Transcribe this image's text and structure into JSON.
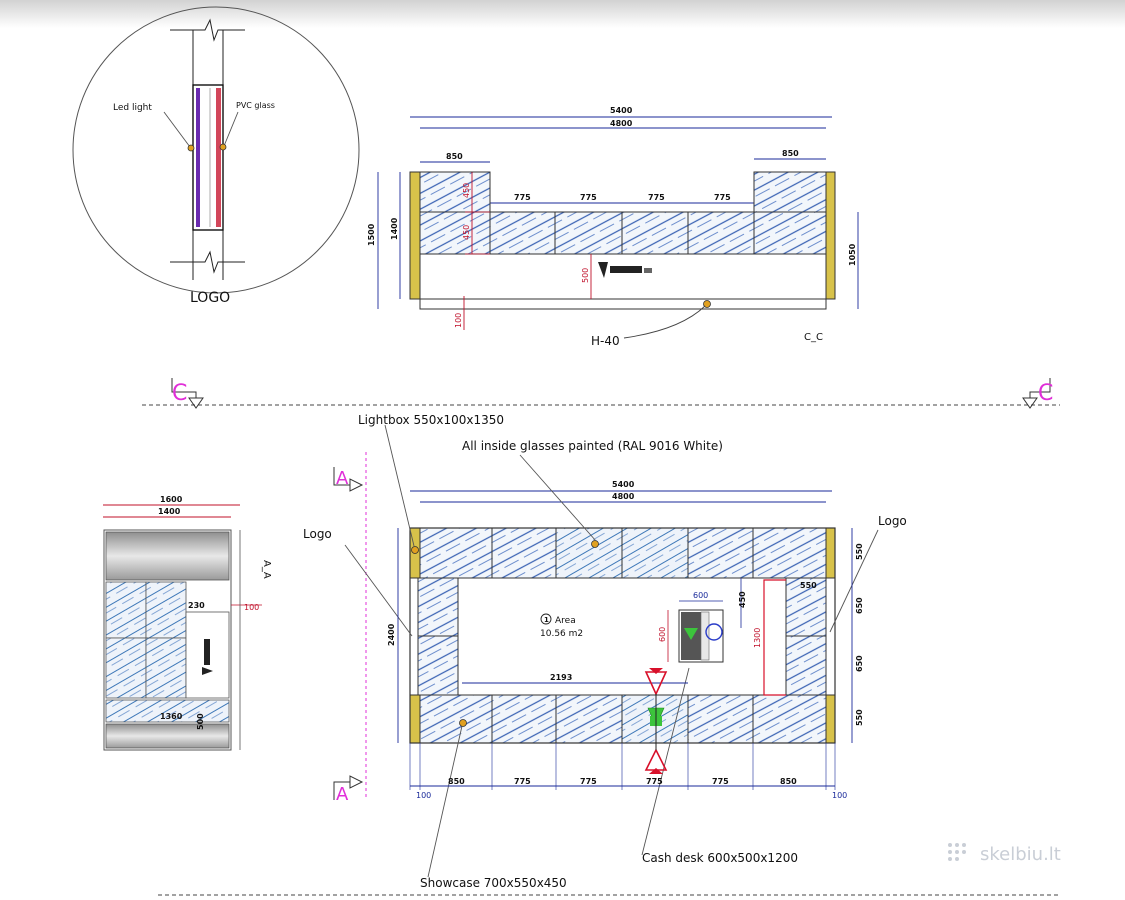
{
  "detail": {
    "led_label": "Led light",
    "pvc_label": "PVC glass",
    "title": "LOGO"
  },
  "elevation": {
    "overall_outer": "5400",
    "overall_inner": "4800",
    "left_top_width": "850",
    "right_top_width": "850",
    "panels": [
      "775",
      "775",
      "775",
      "775"
    ],
    "left_height": "1500",
    "left_height_inner": "1400",
    "right_height": "1050",
    "upper_h1": "450",
    "upper_h2": "450",
    "mid_height": "500",
    "base_height": "100",
    "h40_label": "H-40",
    "section_name": "C_C"
  },
  "section_marks": {
    "c_letter": "C",
    "a_letter": "A"
  },
  "plan": {
    "lightbox_label": "Lightbox 550x100x1350",
    "glass_label": "All inside glasses painted (RAL 9016 White)",
    "logo_left": "Logo",
    "logo_right": "Logo",
    "overall_outer": "5400",
    "overall_inner": "4800",
    "depth": "2400",
    "right_dims": [
      "550",
      "650",
      "650",
      "550"
    ],
    "inner_width": "2193",
    "area_num": "1",
    "area_label": "Area",
    "area_value": "10.56 m2",
    "desk_w": "600",
    "desk_d": "600",
    "desk_side": "450",
    "opening": "1300",
    "small_right": "550",
    "bottom_dims": [
      "100",
      "850",
      "775",
      "775",
      "775",
      "775",
      "850",
      "100"
    ],
    "cash_label": "Cash desk 600x500x1200",
    "showcase_label": "Showcase 700x550x450"
  },
  "side_view": {
    "width_outer": "1600",
    "width_inner": "1400",
    "offset": "100",
    "inner_dim": "230",
    "bottom_width": "1360",
    "bottom_h": "500",
    "section_name": "A_A"
  },
  "watermark": "skelbiu.lt"
}
